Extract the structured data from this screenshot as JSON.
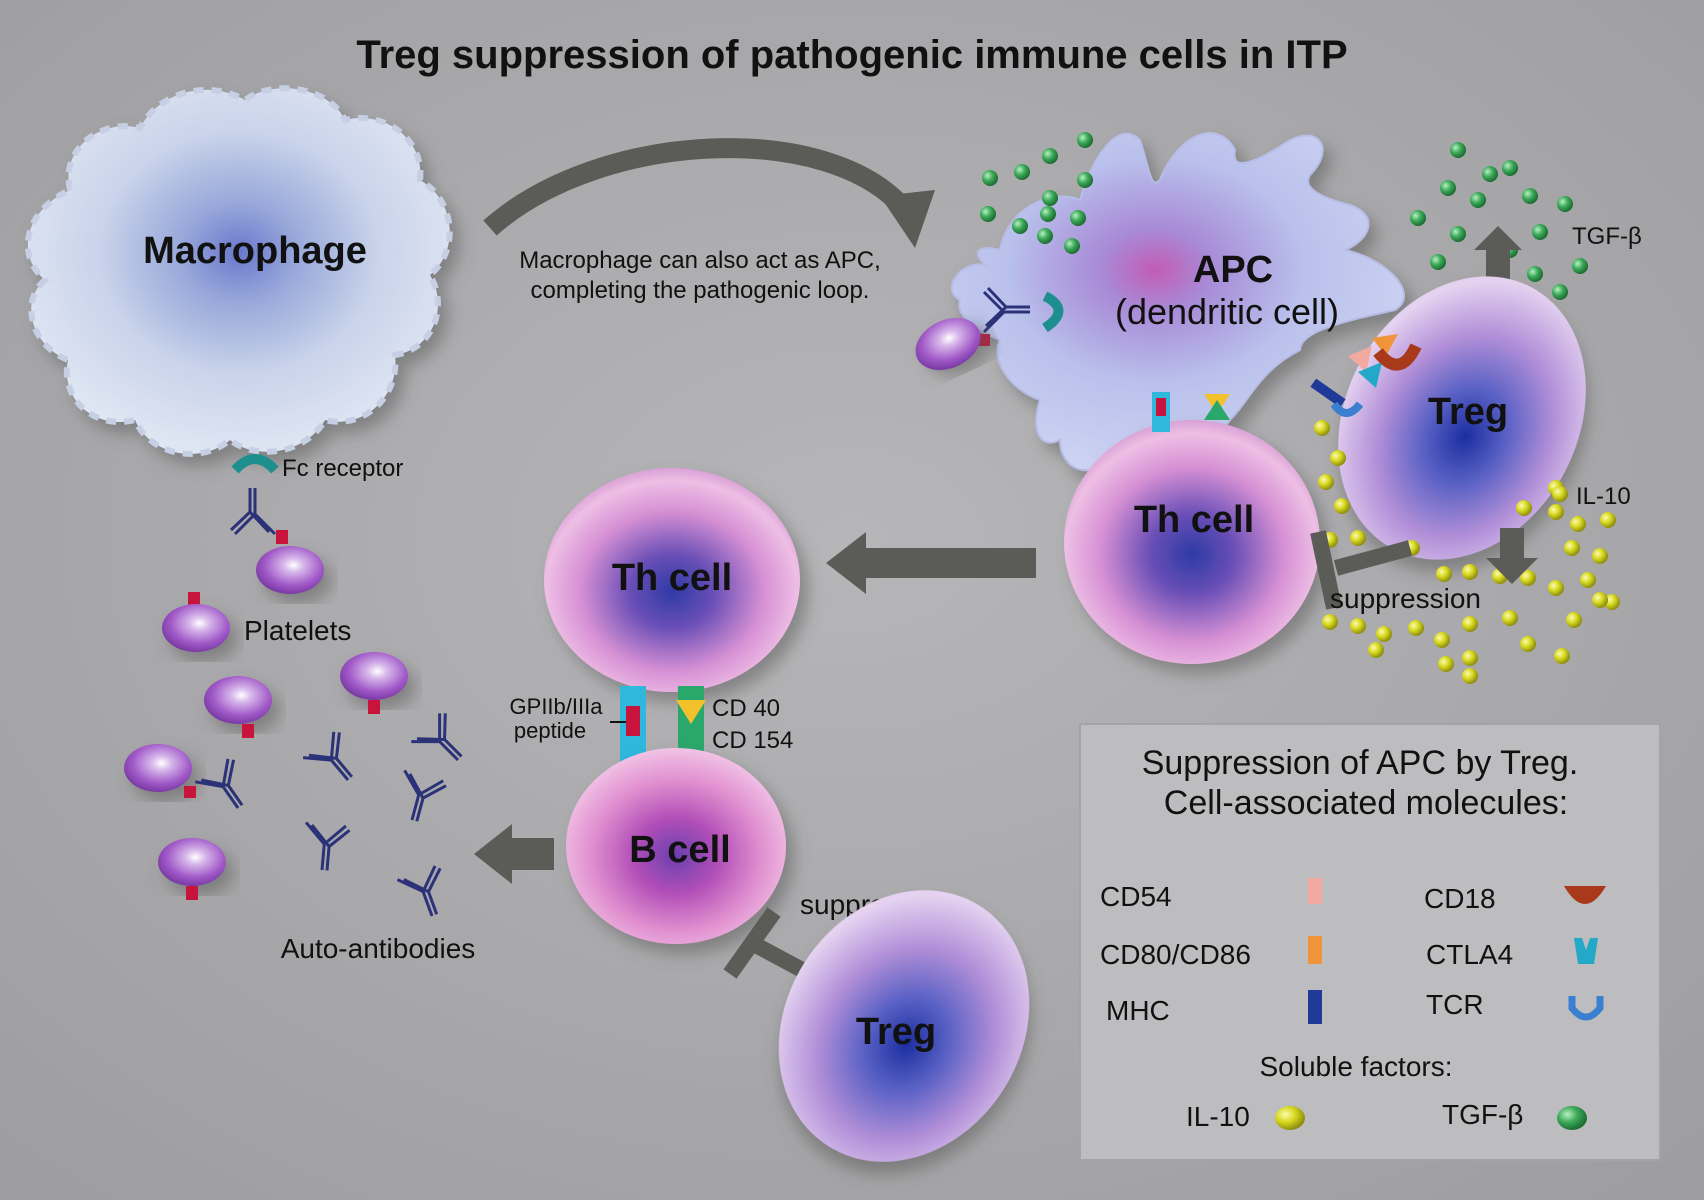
{
  "title": "Treg suppression of pathogenic immune cells in ITP",
  "cells": {
    "macrophage": "Macrophage",
    "apc_line1": "APC",
    "apc_line2": "(dendritic cell)",
    "treg_top": "Treg",
    "th_right": "Th cell",
    "th_center": "Th cell",
    "b_cell": "B cell",
    "treg_bottom": "Treg"
  },
  "labels": {
    "loop_line1": "Macrophage can also act as APC,",
    "loop_line2": "completing the pathogenic loop.",
    "fc_receptor": "Fc receptor",
    "platelets": "Platelets",
    "auto_antibodies": "Auto-antibodies",
    "gp_line1": "GPIIb/IIIa",
    "gp_line2": "peptide",
    "cd40": "CD 40",
    "cd154": "CD 154",
    "suppression_right": "suppression",
    "suppression_bottom": "suppression",
    "tgf_beta": "TGF-β",
    "il10": "IL-10"
  },
  "legend": {
    "title_line1": "Suppression of APC by Treg.",
    "title_line2": "Cell-associated molecules:",
    "items": [
      {
        "label": "CD54",
        "color": "#f2aaa0",
        "icon": "pink-bar"
      },
      {
        "label": "CD18",
        "color": "#a8391b",
        "icon": "brown-cup"
      },
      {
        "label": "CD80/CD86",
        "color": "#f0943c",
        "icon": "orange-bar"
      },
      {
        "label": "CTLA4",
        "color": "#23a9c7",
        "icon": "cyan-notch"
      },
      {
        "label": "MHC",
        "color": "#1f3a98",
        "icon": "navy-bar"
      },
      {
        "label": "TCR",
        "color": "#3a7fd0",
        "icon": "blue-u"
      }
    ],
    "soluble_title": "Soluble factors:",
    "soluble": [
      {
        "label": "IL-10",
        "color": "#d9d92a"
      },
      {
        "label": "TGF-β",
        "color": "#3fae5c"
      }
    ]
  }
}
